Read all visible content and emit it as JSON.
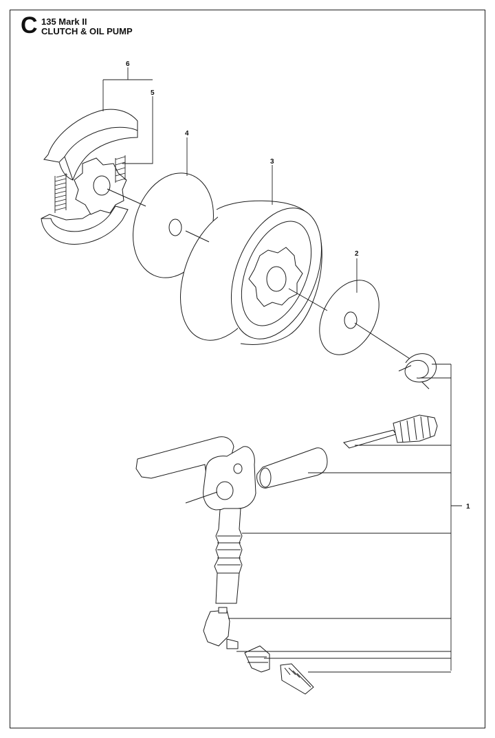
{
  "header": {
    "section_letter": "C",
    "model": "135 Mark II",
    "title": "CLUTCH & OIL PUMP"
  },
  "callouts": [
    {
      "id": "callout-6",
      "label": "6"
    },
    {
      "id": "callout-5",
      "label": "5"
    },
    {
      "id": "callout-4",
      "label": "4"
    },
    {
      "id": "callout-3",
      "label": "3"
    },
    {
      "id": "callout-2",
      "label": "2"
    },
    {
      "id": "callout-1",
      "label": "1"
    }
  ],
  "colors": {
    "line": "#1a1a1a",
    "part_fill": "#ffffff",
    "part_shade": "#e6e6e6"
  }
}
